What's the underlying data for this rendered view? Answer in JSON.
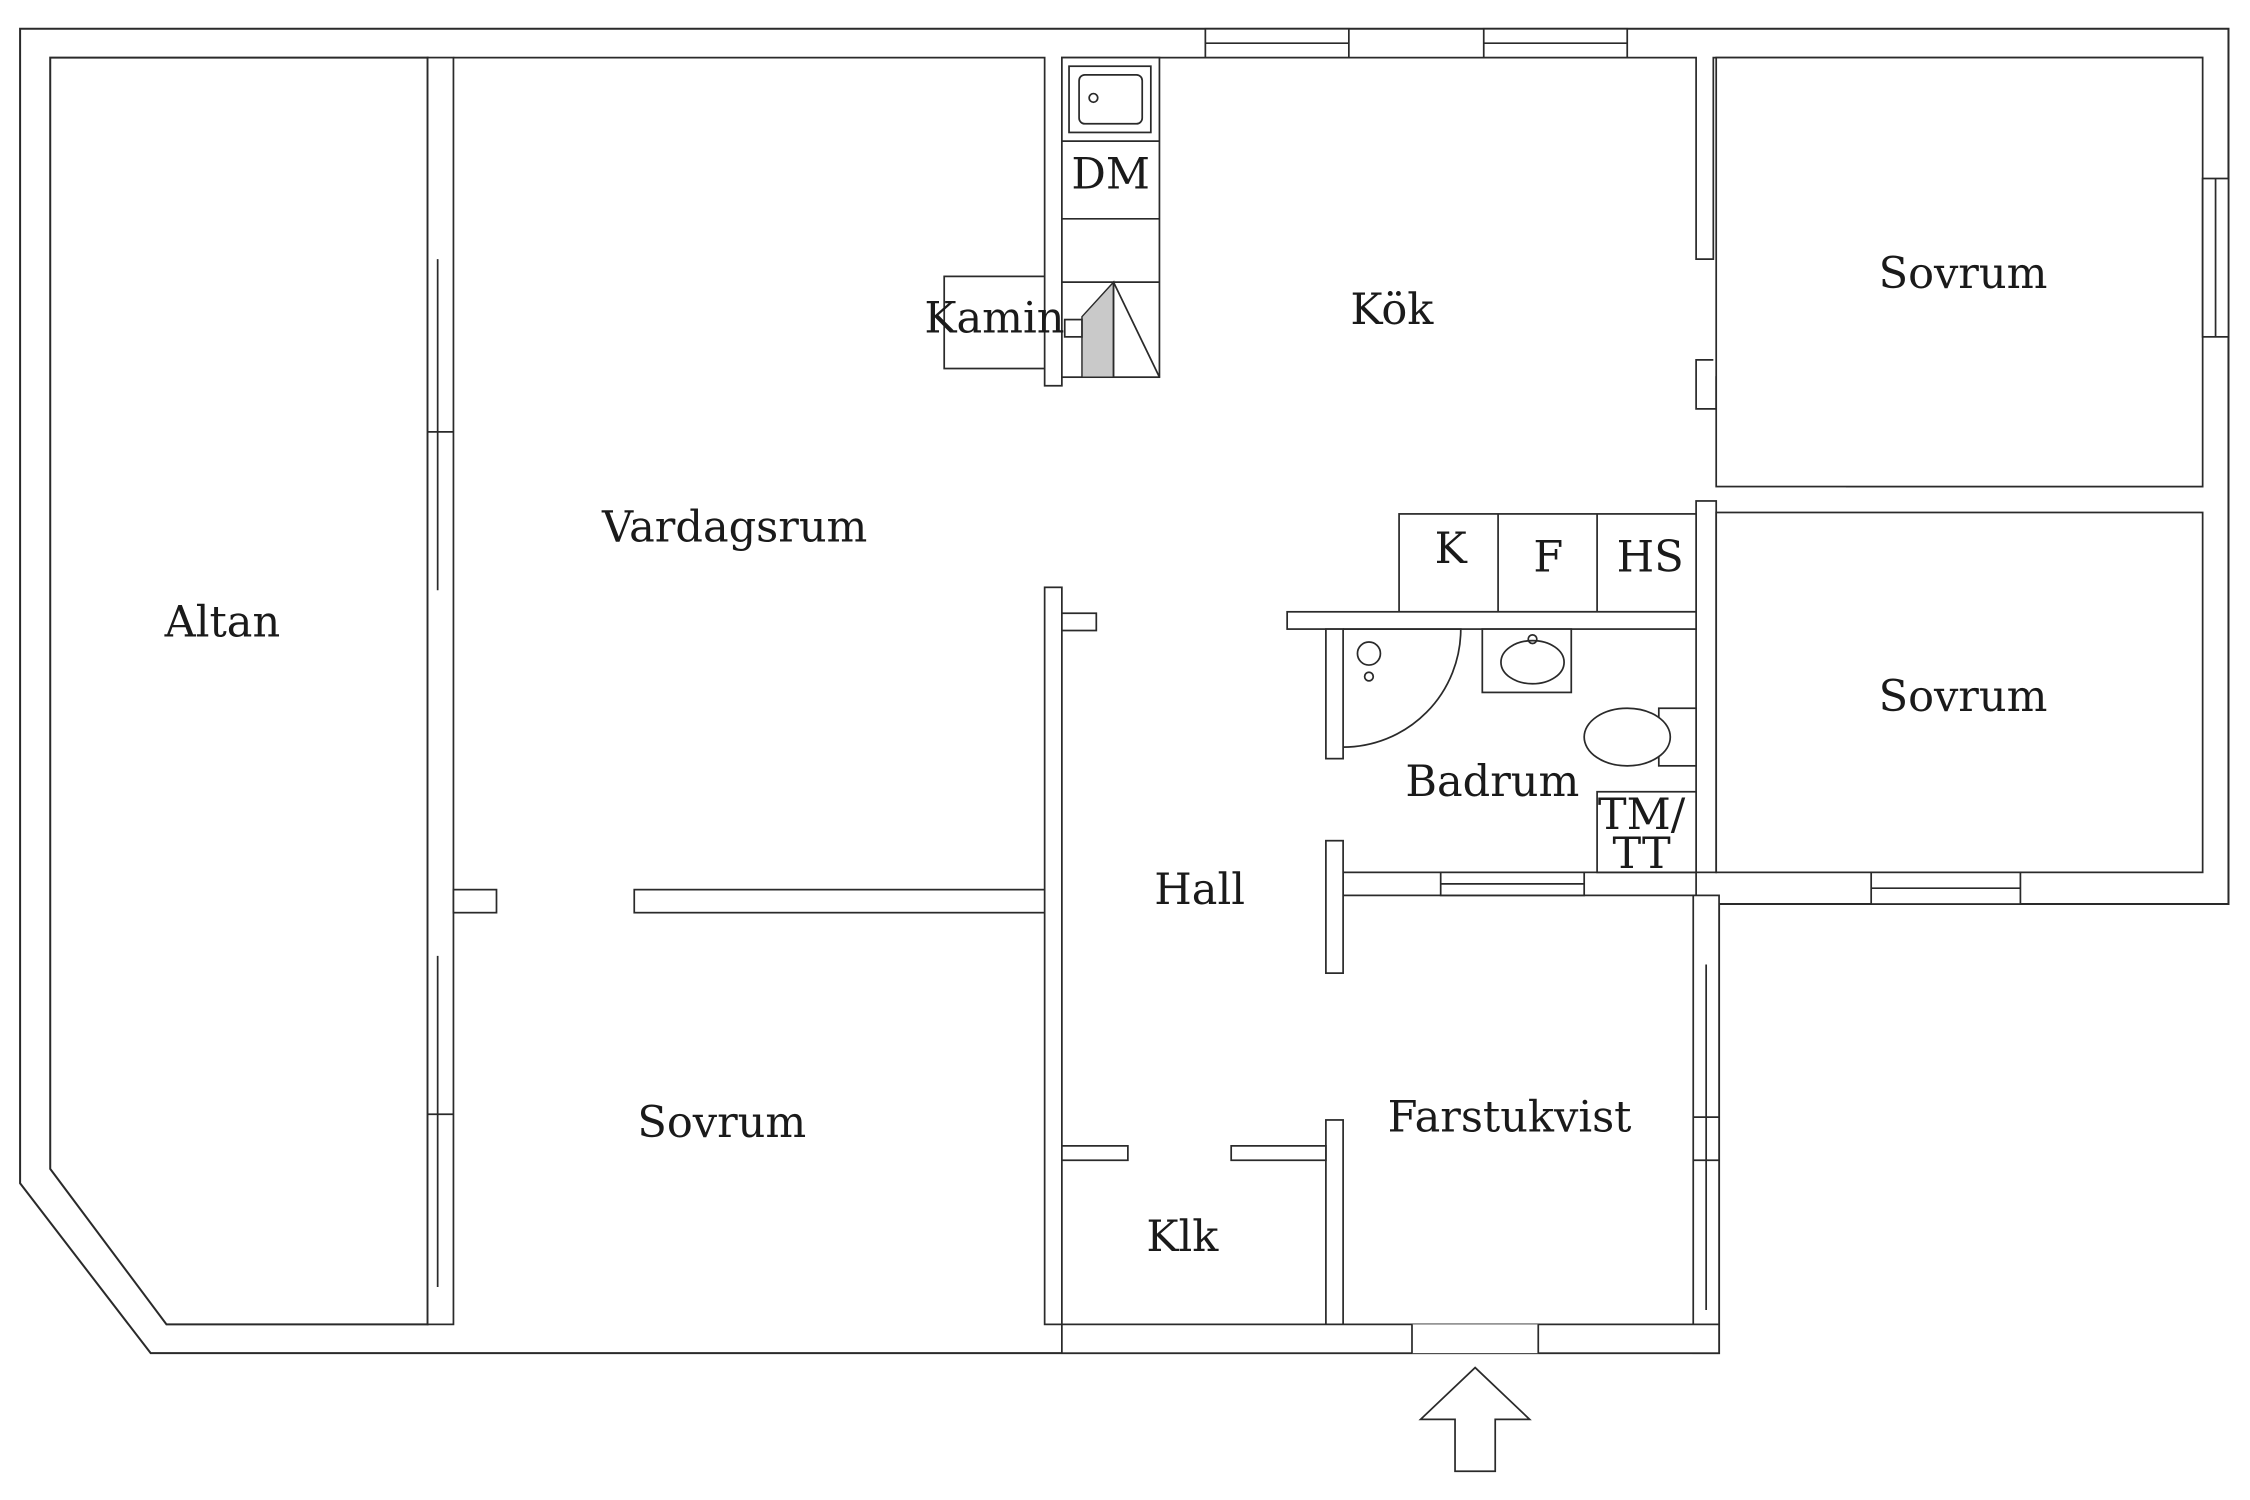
{
  "rooms": {
    "altan": "Altan",
    "vardagsrum": "Vardagsrum",
    "kok": "Kök",
    "sovrum_top_right": "Sovrum",
    "sovrum_mid_right": "Sovrum",
    "sovrum_bottom_left": "Sovrum",
    "hall": "Hall",
    "badrum": "Badrum",
    "farstukvist": "Farstukvist",
    "klk": "Klk"
  },
  "fixtures": {
    "dm": "DM",
    "kamin": "Kamin",
    "k": "K",
    "f": "F",
    "hs": "HS",
    "tm_line1": "TM/",
    "tm_line2": "TT"
  },
  "icons": [
    "entrance-arrow-icon",
    "sink-icon",
    "washbasin-icon",
    "toilet-icon",
    "shower-icon",
    "fireplace-icon"
  ]
}
